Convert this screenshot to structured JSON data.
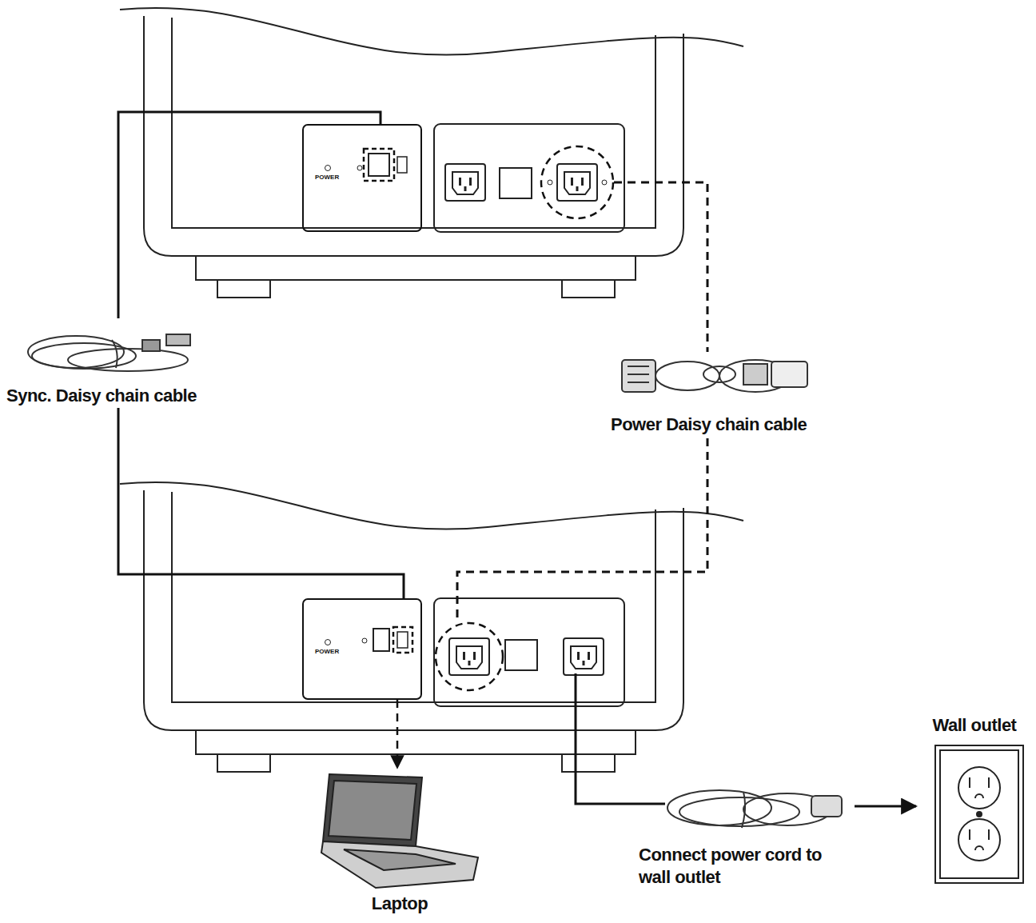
{
  "diagram": {
    "nodes": [
      {
        "text": [
          "POWER"
        ]
      },
      {
        "text": [
          "POWER"
        ]
      },
      {
        "text": [
          "Sync. Daisy chain cable"
        ]
      },
      {
        "text": [
          "Power Daisy chain cable"
        ]
      },
      {
        "text": [
          "Connect power cord to wall outlet"
        ]
      },
      {
        "text": [
          "Laptop"
        ]
      },
      {
        "text": [
          "Wall outlet"
        ]
      }
    ],
    "edges": [
      {
        "from": 0,
        "to": 2,
        "arrow": "none"
      },
      {
        "from": 2,
        "to": 1,
        "arrow": "none"
      },
      {
        "from": 1,
        "to": 5,
        "arrow": "to"
      },
      {
        "from": 4,
        "to": 6,
        "arrow": "to"
      }
    ]
  }
}
